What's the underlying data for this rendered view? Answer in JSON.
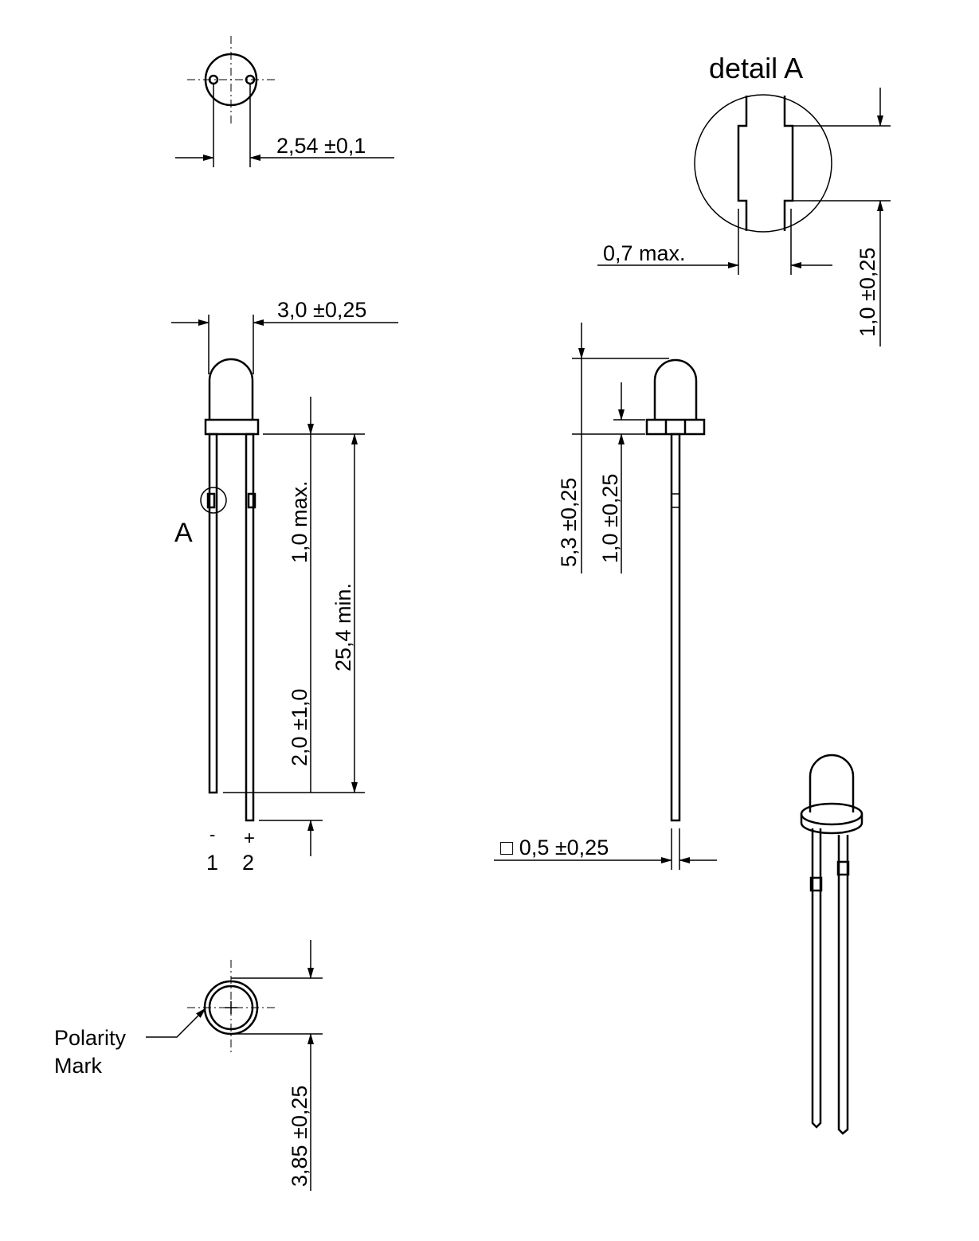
{
  "title": "LED 3 mm package outline drawing",
  "top_view": {
    "pitch": "2,54 ±0,1"
  },
  "detail": {
    "title": "detail A",
    "width": "0,7 max.",
    "length": "1,0 ±0,25"
  },
  "front_view": {
    "diameter": "3,0 ±0,25",
    "flange_to_kink": "1,0 max.",
    "lead_length": "25,4 min.",
    "lead_offset": "2,0 ±1,0",
    "detail_marker": "A",
    "pin1_sign": "-",
    "pin2_sign": "+",
    "pin1": "1",
    "pin2": "2"
  },
  "side_view": {
    "height": "5,3 ±0,25",
    "flange": "1,0 ±0,25",
    "lead_section": "□ 0,5 ±0,25"
  },
  "bottom_view": {
    "polarity_line1": "Polarity",
    "polarity_line2": "Mark",
    "flange_diameter": "3,85 ±0,25"
  }
}
